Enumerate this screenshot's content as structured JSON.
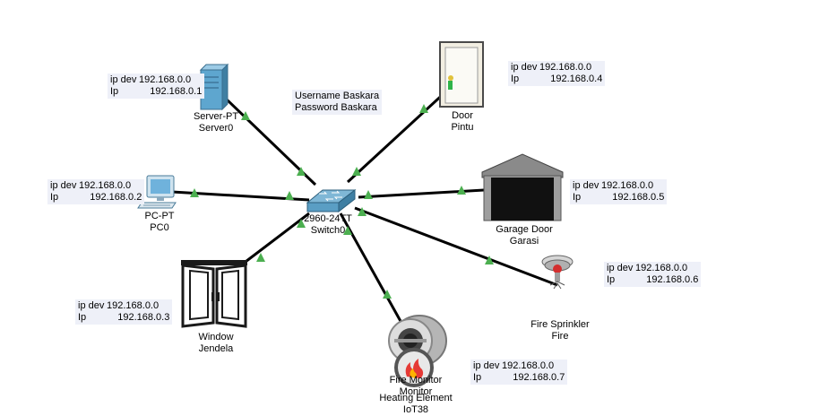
{
  "note": {
    "line1": "Username Baskara",
    "line2": "Password Baskara"
  },
  "devices": {
    "switch": {
      "model": "2960-24TT",
      "name": "Switch0",
      "icon": "switch-icon"
    },
    "server": {
      "model": "Server-PT",
      "name": "Server0",
      "icon": "server-icon"
    },
    "pc": {
      "model": "PC-PT",
      "name": "PC0",
      "icon": "pc-icon"
    },
    "window": {
      "model": "Window",
      "name": "Jendela",
      "icon": "window-icon"
    },
    "door": {
      "model": "Door",
      "name": "Pintu",
      "icon": "door-icon"
    },
    "garage": {
      "model": "Garage Door",
      "name": "Garasi",
      "icon": "garage-door-icon"
    },
    "sprinkler": {
      "model": "Fire Sprinkler",
      "name": "Fire",
      "icon": "fire-sprinkler-icon"
    },
    "monitor": {
      "model": "Fire Monitor",
      "name": "Monitor",
      "icon": "fire-monitor-icon"
    },
    "heater": {
      "model": "Heating Element",
      "name": "IoT38",
      "icon": "heating-element-icon"
    }
  },
  "ip_notes": {
    "server": {
      "dev_label": "ip dev",
      "dev_value": "192.168.0.0",
      "ip_label": "Ip",
      "ip_value": "192.168.0.1"
    },
    "pc": {
      "dev_label": "ip dev",
      "dev_value": "192.168.0.0",
      "ip_label": "Ip",
      "ip_value": "192.168.0.2"
    },
    "window": {
      "dev_label": "ip dev",
      "dev_value": "192.168.0.0",
      "ip_label": "Ip",
      "ip_value": "192.168.0.3"
    },
    "door": {
      "dev_label": "ip dev",
      "dev_value": "192.168.0.0",
      "ip_label": "Ip",
      "ip_value": "192.168.0.4"
    },
    "garage": {
      "dev_label": "ip dev",
      "dev_value": "192.168.0.0",
      "ip_label": "Ip",
      "ip_value": "192.168.0.5"
    },
    "sprinkler": {
      "dev_label": "ip dev",
      "dev_value": "192.168.0.0",
      "ip_label": "Ip",
      "ip_value": "192.168.0.6"
    },
    "heater": {
      "dev_label": "ip dev",
      "dev_value": "192.168.0.0",
      "ip_label": "Ip",
      "ip_value": "192.168.0.7"
    }
  },
  "colors": {
    "link": "#000000",
    "link_status": "#4caf50",
    "switch_body": "#5a9ec4",
    "note_box": "#eef0f8"
  }
}
